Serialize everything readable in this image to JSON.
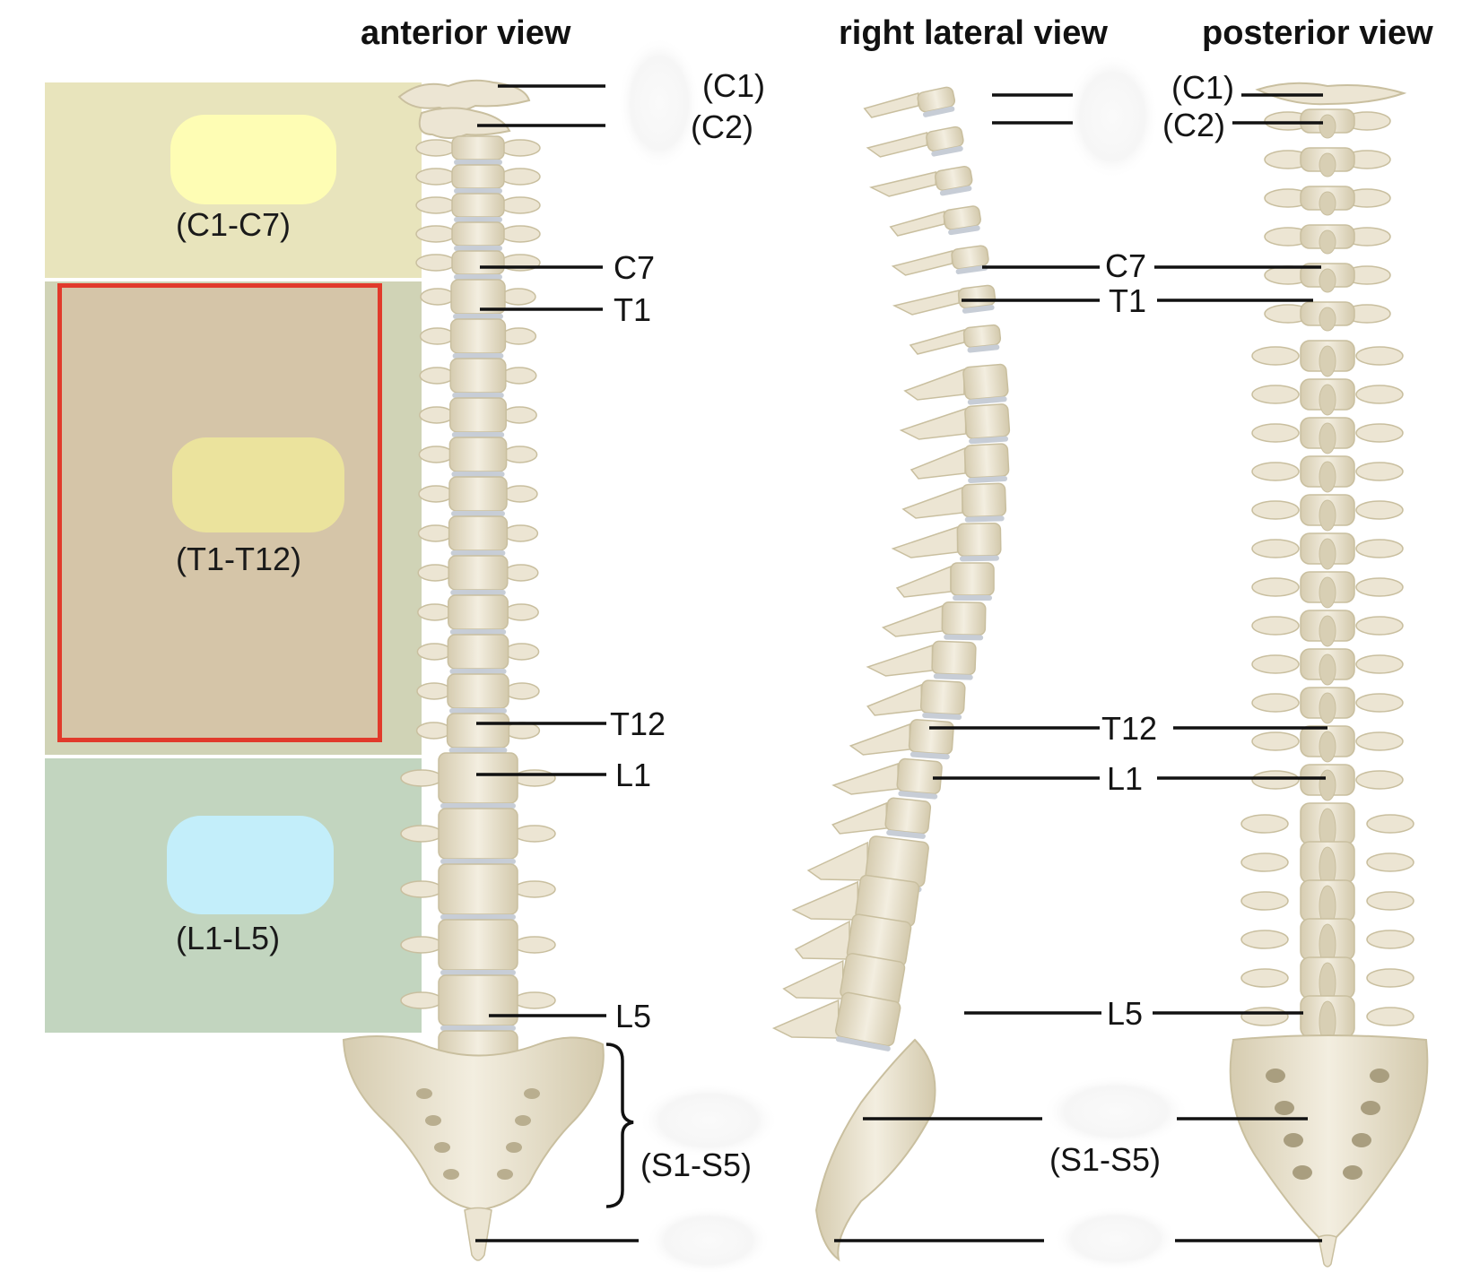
{
  "titles": {
    "anterior": "anterior view",
    "lateral": "right lateral view",
    "posterior": "posterior view"
  },
  "regions": {
    "cervical": {
      "range": "(C1-C7)",
      "band_color": "#e8e4bc",
      "blob_color": "#fefdb4"
    },
    "thoracic": {
      "range": "(T1-T12)",
      "band_color": "#d5c5a8",
      "blob_color": "#ebe39d",
      "highlight_color": "#e13a2b"
    },
    "lumbar": {
      "range": "(L1-L5)",
      "band_color": "#c2d5bf",
      "blob_color": "#c3eefa"
    },
    "sacral": {
      "range": "(S1-S5)"
    }
  },
  "labels": {
    "c1": "(C1)",
    "c2": "(C2)",
    "c7": "C7",
    "t1": "T1",
    "t12": "T12",
    "l1": "L1",
    "l5": "L5"
  },
  "colors": {
    "bone": "#ece5d3",
    "bone_shadow": "#c9bf9f",
    "disc": "#c7cdd6",
    "line": "#111111"
  }
}
